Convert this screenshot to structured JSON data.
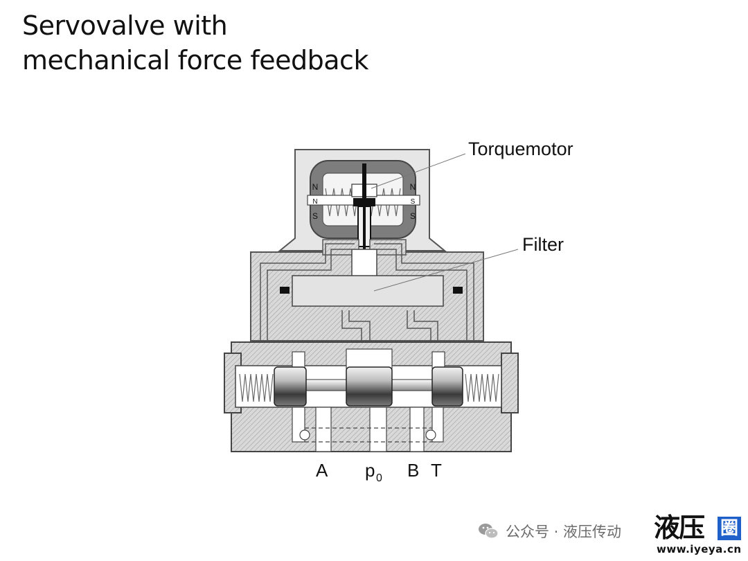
{
  "title": {
    "line1": "Servovalve with",
    "line2": "mechanical force feedback"
  },
  "diagram": {
    "labels": {
      "torquemotor": "Torquemotor",
      "filter": "Filter"
    },
    "magnet_marks": {
      "n_left": "N",
      "n_inner_left": "N",
      "s_left": "S",
      "n_right": "N",
      "s_inner_right": "S",
      "s_right": "S"
    },
    "ports": {
      "a": "A",
      "p": "p",
      "p_sub": "0",
      "b": "B",
      "t": "T"
    }
  },
  "footer": {
    "text": "公众号 · 液压传动",
    "icon": "wechat-icon"
  },
  "watermark": {
    "chars": "液压",
    "box": "圈",
    "url": "www.iyeya.cn",
    "accent": "#1f5fc9"
  }
}
